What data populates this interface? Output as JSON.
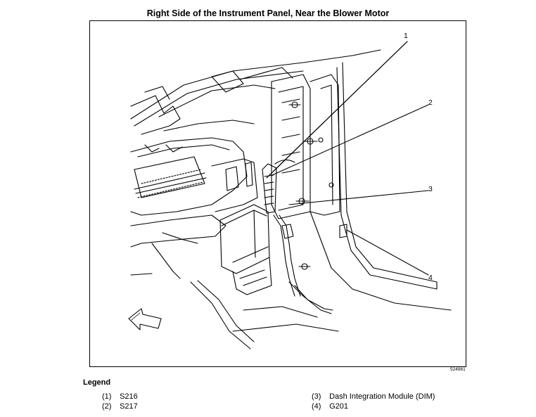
{
  "title": "Right Side of the Instrument Panel, Near the Blower Motor",
  "figure_id": "524961",
  "callouts": [
    "1",
    "2",
    "3",
    "4"
  ],
  "legend": {
    "heading": "Legend",
    "items": [
      {
        "num": "(1)",
        "label": "S216"
      },
      {
        "num": "(2)",
        "label": "S217"
      },
      {
        "num": "(3)",
        "label": "Dash Integration Module (DIM)"
      },
      {
        "num": "(4)",
        "label": "G201"
      }
    ]
  },
  "colors": {
    "line": "#000000",
    "background": "#ffffff"
  }
}
